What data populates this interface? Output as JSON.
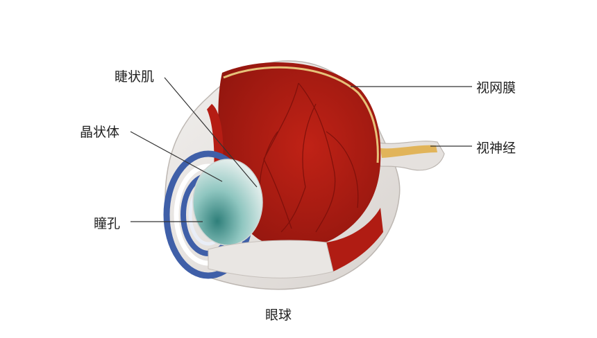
{
  "diagram": {
    "caption": "眼球",
    "labels": {
      "ciliary_muscle": "睫状肌",
      "lens": "晶状体",
      "pupil": "瞳孔",
      "retina": "视网膜",
      "optic_nerve": "视神经"
    }
  },
  "colors": {
    "sclera": "#e7e4e2",
    "sclera_shadow": "#cfcac6",
    "choroid_red": "#b51d14",
    "inner_red": "#a81a12",
    "retina_line": "#e6c27a",
    "iris_blue": "#3f5fa8",
    "lens_teal": "#4f9d98",
    "line": "#333333"
  }
}
